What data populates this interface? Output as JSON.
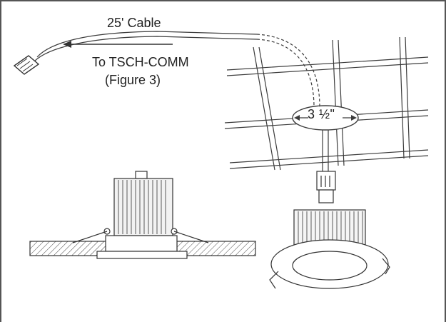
{
  "labels": {
    "cable_length": "25' Cable",
    "destination": "To TSCH-COMM",
    "figure_ref": "(Figure 3)",
    "cutout_size": "3 ½\""
  },
  "colors": {
    "line": "#3c3c3c",
    "border": "#555555",
    "grid_fill": "#e9e9e9"
  },
  "icons": {
    "connector": "rj-connector-icon",
    "arrow": "left-arrow-icon",
    "fixture": "recessed-downlight-icon"
  }
}
